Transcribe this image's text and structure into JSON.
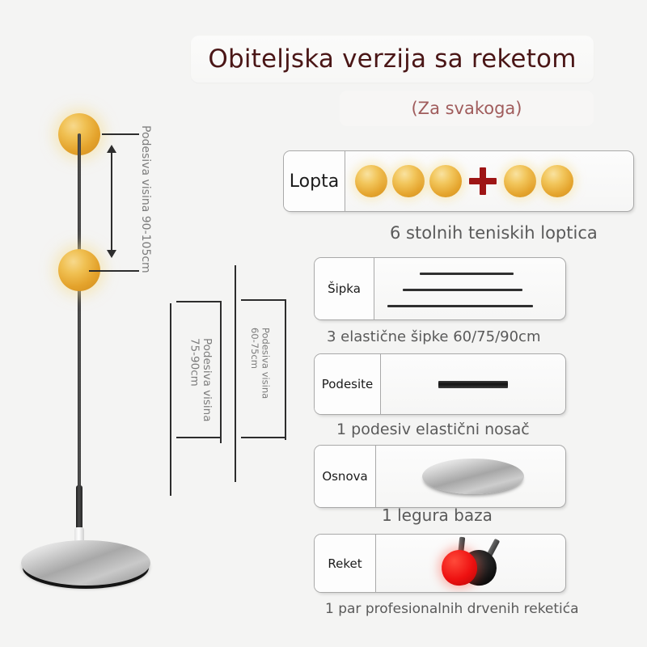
{
  "header": {
    "title": "Obiteljska verzija sa reketom",
    "subtitle": "(Za svakoga)",
    "title_color": "#4a1616",
    "subtitle_color": "#a05c5c"
  },
  "product_diagram": {
    "name": "table-tennis-trainer",
    "dimension_labels": [
      {
        "id": "upper",
        "text": "Podesiva visina 90-105cm"
      },
      {
        "id": "middle",
        "text": "Podesiva visina\n75-90cm"
      },
      {
        "id": "lower",
        "text": "Podesiva visina\n60-75cm"
      }
    ],
    "ball_color": "#e4a32c",
    "rod_color": "#3a3a3a",
    "base_color": "#a8a8a8"
  },
  "spec_panels": [
    {
      "key": "lopta",
      "label": "Lopta",
      "caption": "6 stolnih teniskih loptica",
      "ball_count_left": 3,
      "ball_count_right": 2,
      "plus_symbol": "+",
      "plus_color": "#9e1515"
    },
    {
      "key": "sipka",
      "label": "Šipka",
      "caption": "3 elastične šipke 60/75/90cm",
      "rod_count": 3
    },
    {
      "key": "podesite",
      "label": "Podesite",
      "caption": "1 podesiv elastični nosač"
    },
    {
      "key": "osnova",
      "label": "Osnova",
      "caption": "1 legura baza"
    },
    {
      "key": "reket",
      "label": "Reket",
      "caption": "1 par profesionalnih drvenih reketića"
    }
  ],
  "theme": {
    "background": "#f4f4f3",
    "panel_border": "#a9a9a9",
    "caption_color": "#5a5a5a",
    "label_color": "#1b1b1b"
  }
}
